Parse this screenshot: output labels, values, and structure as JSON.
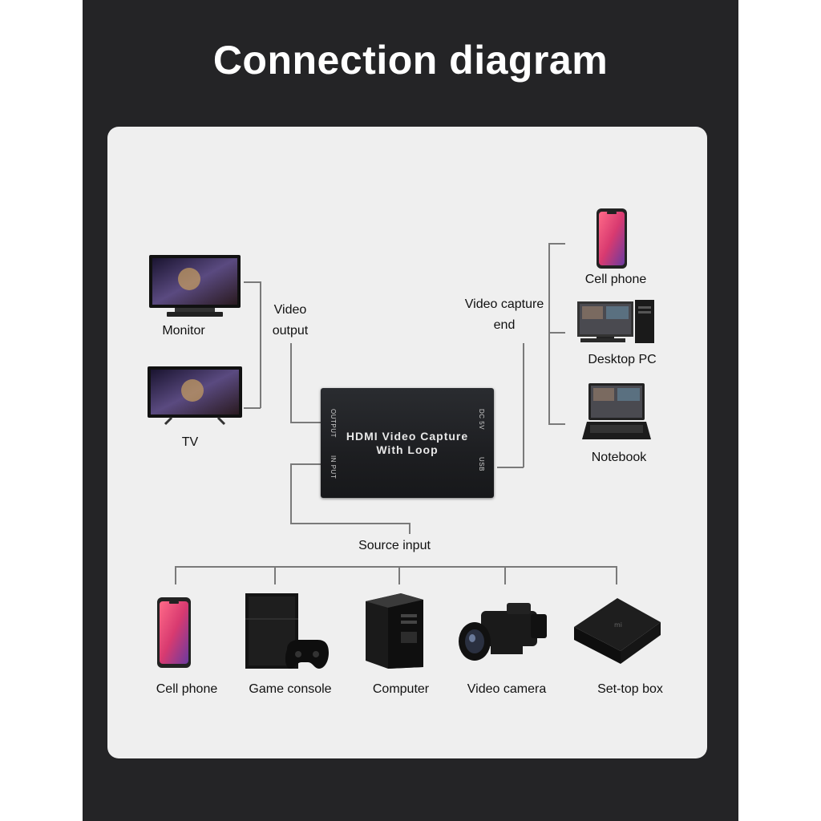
{
  "title": "Connection diagram",
  "device": {
    "line1": "HDMI Video Capture",
    "line2": "With Loop",
    "ports": {
      "output": "OUTPUT",
      "input": "IN PUT",
      "power": "DC 5V",
      "usb": "USB"
    }
  },
  "groups": {
    "video_output": "Video\noutput",
    "video_capture_end": "Video capture\nend",
    "source_input": "Source input"
  },
  "output_devices": [
    "Monitor",
    "TV"
  ],
  "capture_devices": [
    "Cell phone",
    "Desktop PC",
    "Notebook"
  ],
  "source_devices": [
    "Cell phone",
    "Game console",
    "Computer",
    "Video camera",
    "Set-top box"
  ],
  "colors": {
    "frame": "#242426",
    "panel": "#efefef",
    "lines": "#7a7a7a",
    "phone_screen": "#e0506a"
  }
}
